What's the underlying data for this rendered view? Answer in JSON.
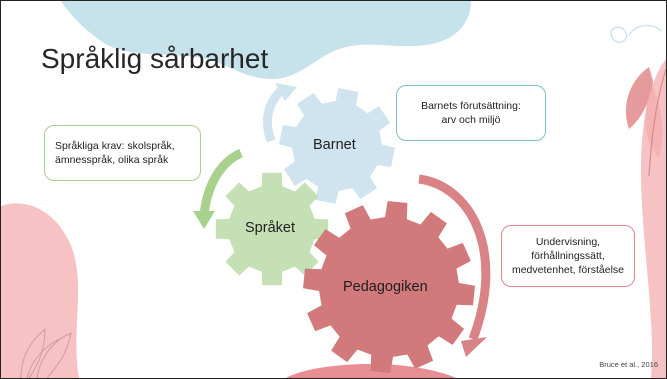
{
  "title": "Språklig sårbarhet",
  "gears": {
    "barnet": "Barnet",
    "spraket": "Språket",
    "pedagogiken": "Pedagogiken"
  },
  "boxes": {
    "left": [
      "Språkliga krav: skolspråk,",
      "ämnesspråk, olika språk"
    ],
    "top": [
      "Barnets förutsättning:",
      "arv och miljö"
    ],
    "right": [
      "Undervisning,",
      "förhållningssätt,",
      "medvetenhet, förståelse"
    ]
  },
  "citation": "Bruce et al., 2016",
  "colors": {
    "barnet_gear": "#cfe4ee",
    "spraket_gear": "#c5e0b4",
    "pedagogiken_gear": "#d1797b",
    "blob_blue": "#c6e3ec",
    "blob_pink": "#f6c2c3",
    "leaf": "#e59a9b"
  }
}
